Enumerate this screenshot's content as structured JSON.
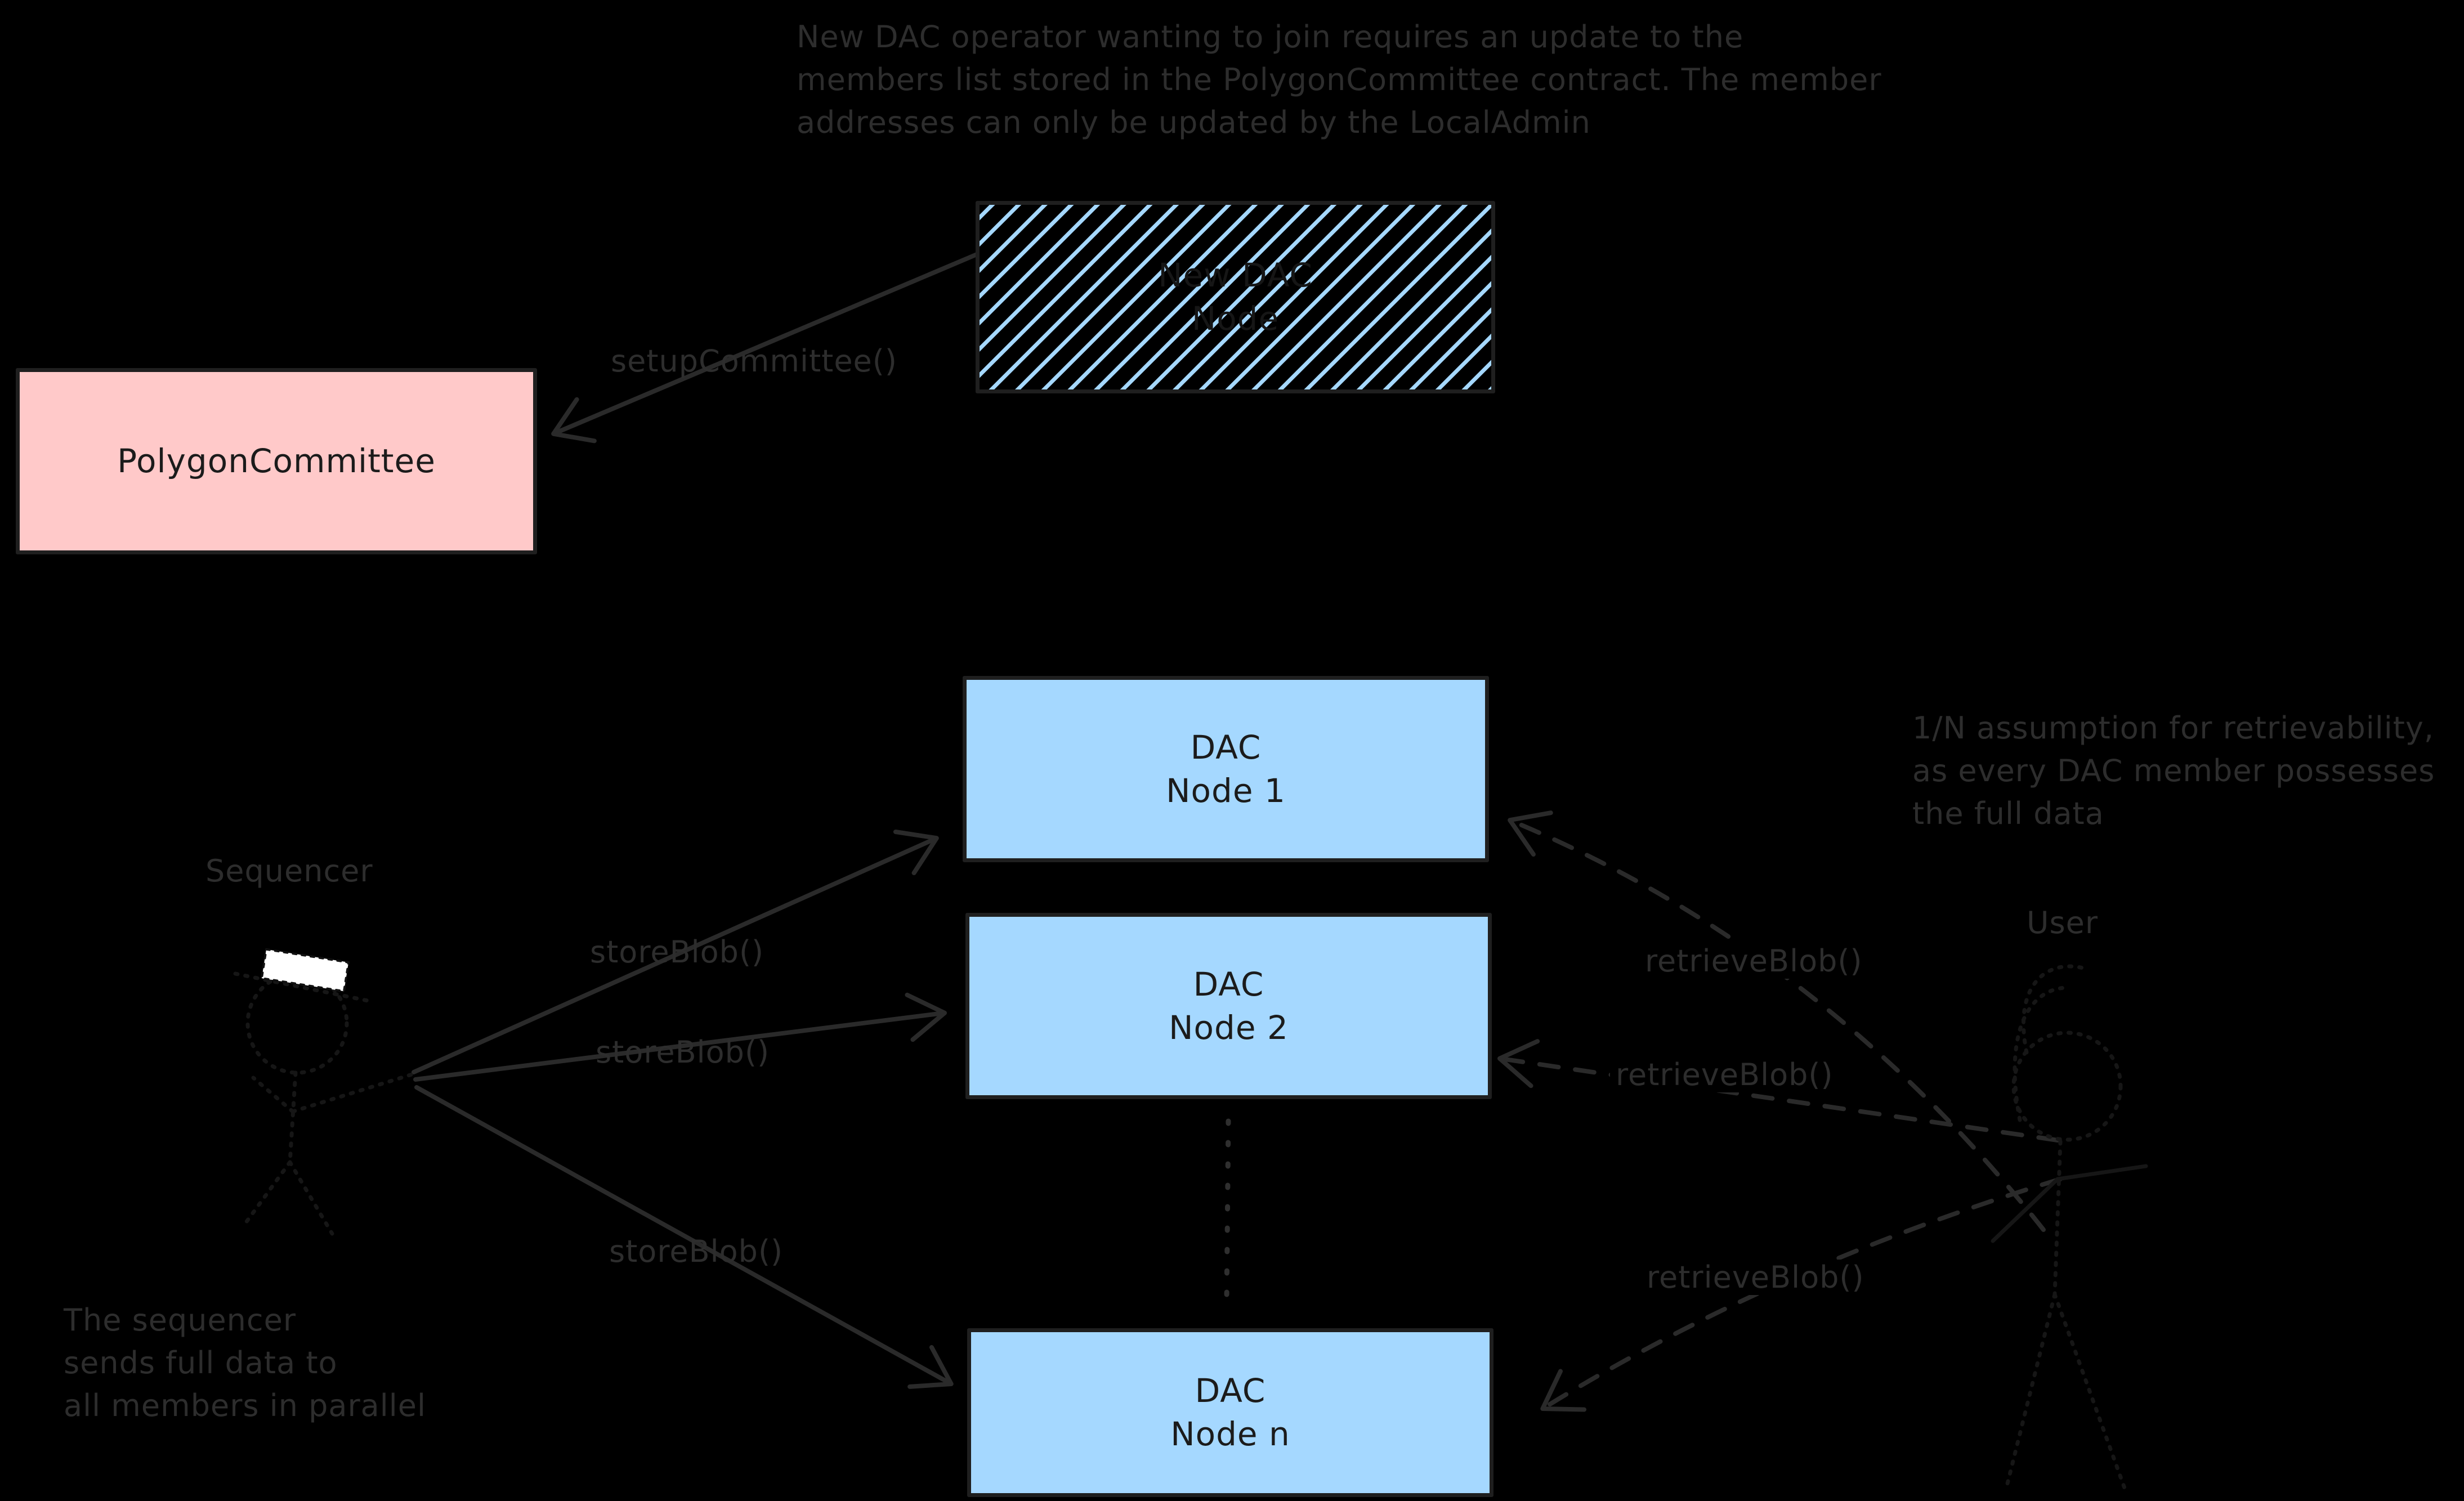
{
  "canvas": {
    "width": "4377",
    "height": "2667",
    "background": "#000000"
  },
  "colors": {
    "background": "#000000",
    "annotation_text": "#2d2d2d",
    "arrow_stroke": "#2a2a2a",
    "pink_fill": "#ffc9c9",
    "blue_fill": "#a5d8ff",
    "box_border": "#1f1f1f",
    "box_text": "#1b1b1b",
    "hat_fill": "#ffffff",
    "figure_stroke": "#161616"
  },
  "notes": {
    "top": {
      "line1": "New DAC operator wanting to join requires an update to the",
      "line2": "members list stored in the PolygonCommittee contract. The member",
      "line3": "addresses can only be updated by the LocalAdmin"
    },
    "retrievability": {
      "line1": "1/N assumption for retrievability,",
      "line2": "as every DAC member possesses",
      "line3": "the full data"
    },
    "parallel": {
      "line1": "The sequencer",
      "line2": "sends full data to",
      "line3": "all members in parallel"
    }
  },
  "actors": {
    "sequencer": "Sequencer",
    "user": "User"
  },
  "boxes": {
    "new_dac_node": {
      "line1": "New DAC",
      "line2": "Node"
    },
    "polygon_committee": {
      "label": "PolygonCommittee"
    },
    "dac_node_1": {
      "line1": "DAC",
      "line2": "Node 1"
    },
    "dac_node_2": {
      "line1": "DAC",
      "line2": "Node 2"
    },
    "dac_node_n": {
      "line1": "DAC",
      "line2": "Node n"
    }
  },
  "arrow_labels": {
    "setup_committee": "setupCommittee()",
    "store_blob_1": "storeBlob()",
    "store_blob_2": "storeBlob()",
    "store_blob_n": "storeBlob()",
    "retrieve_blob_1": "retrieveBlob()",
    "retrieve_blob_2": "retrieveBlob()",
    "retrieve_blob_n": "retrieveBlob()"
  }
}
